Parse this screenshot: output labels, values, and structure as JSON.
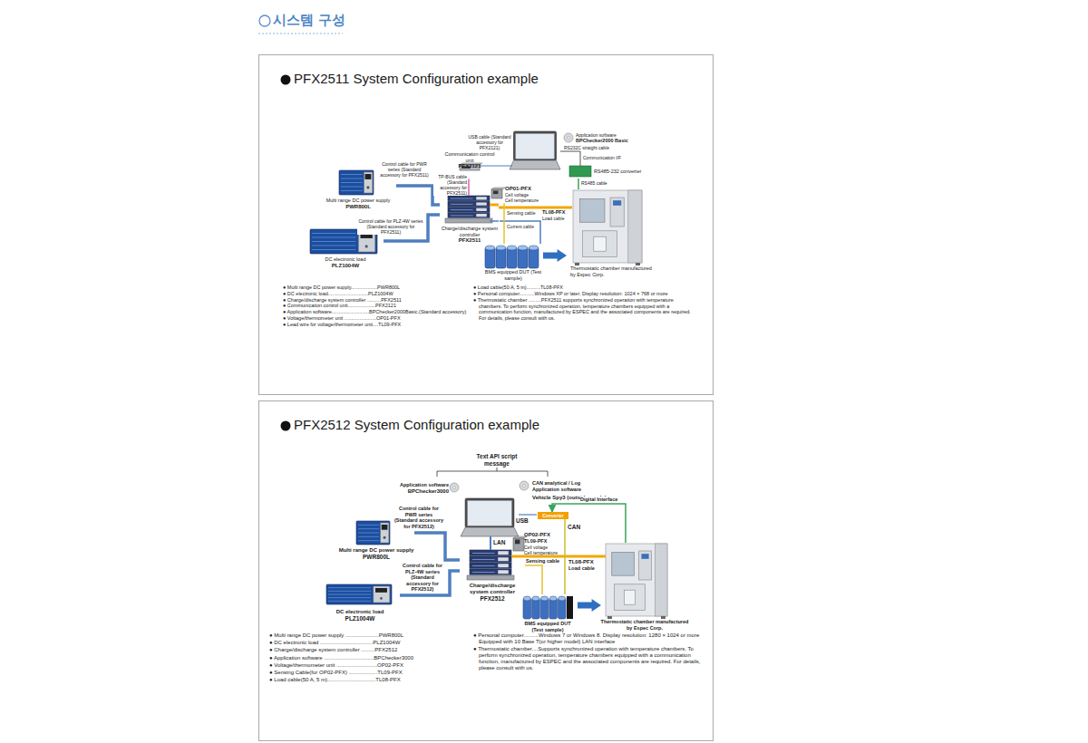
{
  "diagram": {
    "title": "시스템 구성",
    "nodes": [
      {
        "text": [
          "PFX2511 System Configuration example"
        ]
      },
      {
        "text": [
          "Multi range DC power supply",
          "PWR800L"
        ],
        "in": 0
      },
      {
        "text": [
          "DC electronic load",
          "PLZ1004W"
        ],
        "in": 0
      },
      {
        "text": [
          "Communicaton control unit",
          "PFX2121"
        ],
        "in": 0
      },
      {
        "text": [
          "Charge/discharge system controller",
          "PFX2511"
        ],
        "in": 0
      },
      {
        "text": [
          "OP01-PFX",
          "Cell voltage",
          "Cell temperature"
        ],
        "in": 0
      },
      {
        "text": [
          "BMS equipped DUT (Test sample)"
        ],
        "in": 0
      },
      {
        "text": [
          "Thermostatic chamber manufactured by Espec Corp."
        ],
        "in": 0
      },
      {
        "text": [
          "RS485-232 converter"
        ],
        "in": 0
      },
      {
        "text": [
          "Application software",
          "BPChecker2000 Basic"
        ],
        "in": 0
      },
      {
        "text": [
          "PFX2512 System Configuration example"
        ]
      },
      {
        "text": [
          "Application software",
          "BPChecker3000"
        ],
        "in": 10
      },
      {
        "text": [
          "CAN analytical / Log Application software",
          "Vehicle Spy3 (outsidegoods)"
        ],
        "in": 10
      },
      {
        "text": [
          "Multi range DC power supply",
          "PWR800L"
        ],
        "in": 10
      },
      {
        "text": [
          "DC electronic load",
          "PLZ1004W"
        ],
        "in": 10
      },
      {
        "text": [
          "Charge/discharge system controller",
          "PFX2512"
        ],
        "in": 10
      },
      {
        "text": [
          "OP02-PFX",
          "TL09-PFX",
          "Cell voltage",
          "Cell temperature"
        ],
        "in": 10
      },
      {
        "text": [
          "Converter"
        ],
        "in": 10
      },
      {
        "text": [
          "BMS equipped DUT (Test sample)"
        ],
        "in": 10
      },
      {
        "text": [
          "Thermostatic chamber manufactured by Espec Corp."
        ],
        "in": 10
      }
    ],
    "edges": [
      {
        "from": 1,
        "to": 4,
        "arrow": "none",
        "label": "Control cable for PWR series (Standard accessory for PFX2511)"
      },
      {
        "from": 2,
        "to": 4,
        "arrow": "none",
        "label": "Control cable for PLZ-4W series (Standard accessory for PFX2511)"
      },
      {
        "from": 3,
        "to": 4,
        "arrow": "none",
        "label": "TP-BUS cable (Standard accessory for PFX2511)"
      },
      {
        "from": 4,
        "to": 6,
        "arrow": "none",
        "label": "Current cable"
      },
      {
        "from": 5,
        "to": 6,
        "arrow": "none",
        "label": "Sensing cable"
      },
      {
        "from": 8,
        "to": 7,
        "arrow": "none",
        "label": "RS485 cable"
      },
      {
        "from": 13,
        "to": 15,
        "arrow": "none",
        "label": "Control cable for PWR series (Standard accessory for PFX2512)"
      },
      {
        "from": 14,
        "to": 15,
        "arrow": "none",
        "label": "Control cable for PLZ-4W series (Standard accessory for PFX2512)"
      },
      {
        "from": 17,
        "to": 18,
        "arrow": "none",
        "label": "CAN"
      },
      {
        "from": 19,
        "to": 17,
        "arrow": "to",
        "label": "Digital Interface"
      },
      {
        "from": 15,
        "to": 18,
        "arrow": "none",
        "label": "Sensing cable"
      }
    ],
    "labels": [
      "USB cable (Standard accessory for PFX2121)",
      "RS232C straight cable",
      "Communication I/F",
      "TL08-PFX",
      "Load cable",
      "● Multi range DC power supply...................PWR800L",
      "● DC electronic load.............................PLZ1004W",
      "● Charge/discharge system controller ..........PFX2511",
      "● Communication control unit....................PFX2121",
      "● Application software...........................BPChecker2000Basic.(Standard accessory)",
      "● Voltage/thermometer unit .......................OP01-PFX",
      "● Lead wire for voltage/thermometer unit....TL09-PFX",
      "● Load cable(50 A, 5 m)..........TL08-PFX",
      "● Personal computer...........Windows XP or later.  Display resolution: 1024 × 768 or more",
      "● Thermostatic chamber .........PFX2511 supports synchronized operation with temperature chambers. To perform synchronized operation, temperature chambers equipped with a communication function, manufactured by ESPEC and the associated components are required. For details, please consult with us.",
      "Text API script message",
      "USB",
      "LAN",
      "TL08-PFX",
      "Load cable",
      "● Multi range DC power supply ......................PWR800L",
      "● DC electronic load ...................................PLZ1004W",
      "● Charge/discharge system controller .........PFX2512",
      "● Application software .................................BPChecker3000",
      "● Voltage/thermometer unit ...........................OP02-PFX",
      "● Sensing Cable(for OP02-PFX) ...................TL09-PFX",
      "● Load cable(50 A, 5 m)................................TL08-PFX",
      "● Personal computer..........Windows 7 or Windows 8. Display resolution: 1280 × 1024 or more Equipped with 10 Base T(or higher model)  LAN interface",
      "● Thermostatic chamber....Supports synchronized operation with temperature chambers. To perform synchronized operation, temperature chambers equipped with a communication function, manufactured by ESPEC and the associated components are required. For details, please consult with us."
    ]
  }
}
